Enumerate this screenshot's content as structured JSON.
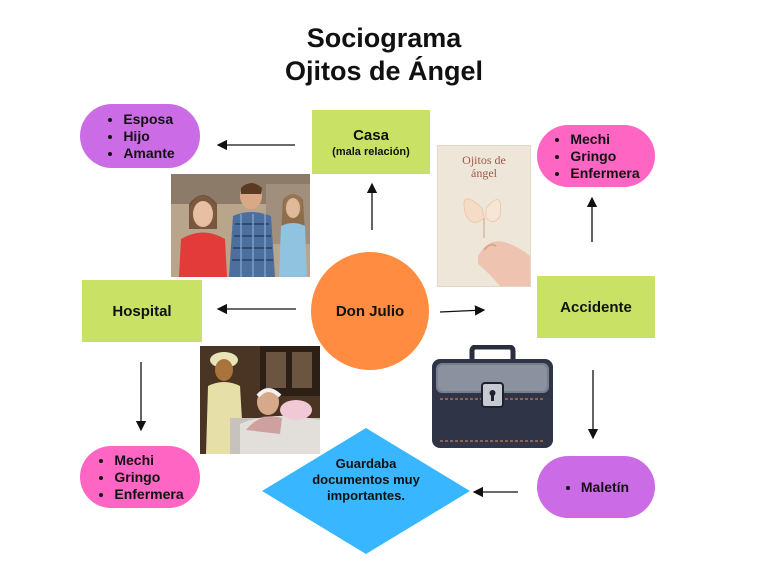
{
  "title": {
    "line1": "Sociograma",
    "line2": "Ojitos de Ángel"
  },
  "nodes": {
    "center": "Don Julio",
    "casa": {
      "label": "Casa",
      "note": "(mala relación)"
    },
    "hospital": "Hospital",
    "accidente": "Accidente",
    "maletin": [
      "Maletín"
    ],
    "casa_list": [
      "Esposa",
      "Hijo",
      "Amante"
    ],
    "accidente_list": [
      "Mechi",
      "Gringo",
      "Enfermera"
    ],
    "hospital_list": [
      "Mechi",
      "Gringo",
      "Enfermera"
    ],
    "documentos": "Guardaba documentos muy importantes."
  },
  "book": {
    "title_line1": "Ojitos de",
    "title_line2": "ángel"
  },
  "colors": {
    "green": "#c9e265",
    "pink": "#ff66c4",
    "purple": "#cb6ce6",
    "orange": "#ff8c40",
    "blue": "#38b6ff"
  }
}
